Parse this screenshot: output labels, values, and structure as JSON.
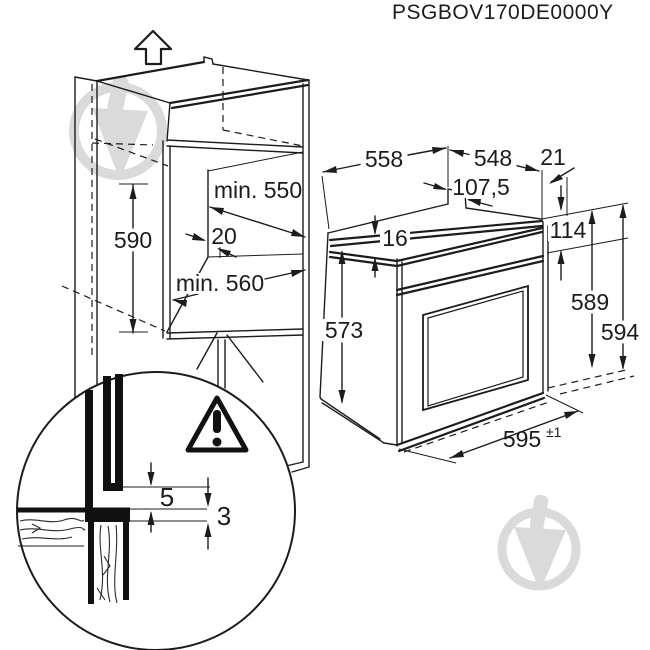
{
  "title": "PSGBOV170DE0000Y",
  "cabinet": {
    "niche_height": "590",
    "niche_depth_min": "min. 550",
    "rear_gap": "20",
    "niche_width_min": "min. 560"
  },
  "oven": {
    "top_width": "558",
    "top_depth": "548",
    "front_overhang": "21",
    "rear_detail_offset": "107,5",
    "top_trim_height": "16",
    "control_panel_height": "114",
    "body_height": "573",
    "front_height": "589",
    "overall_height": "594",
    "front_width": "595",
    "front_width_tolerance": "±1"
  },
  "detail": {
    "upper_gap": "5",
    "lower_gap": "3"
  },
  "colors": {
    "line": "#1c1c1c",
    "watermark": "#dadada",
    "background": "#ffffff"
  }
}
